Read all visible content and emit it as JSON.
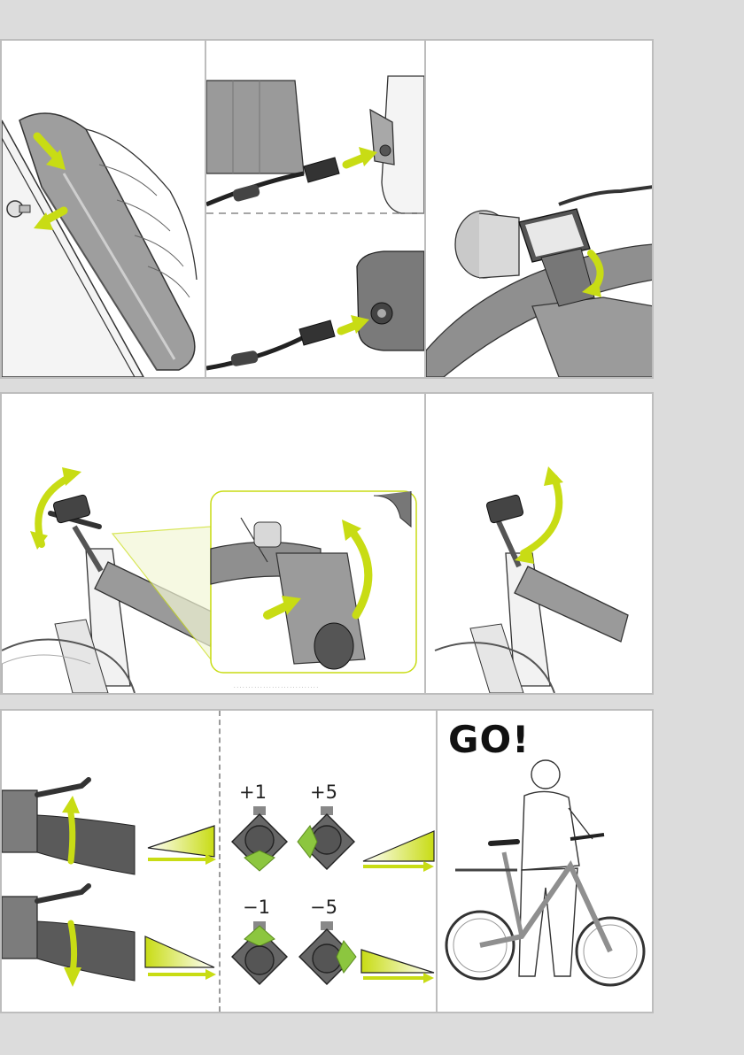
{
  "colors": {
    "accent": "#c8dc14",
    "accent_dark": "#a6bb10",
    "button_green": "#8cc63f",
    "frame_gray": "#8f8f8f",
    "border": "#bdbdbd"
  },
  "row3": {
    "labels": {
      "plus_one": "+1",
      "plus_five": "+5",
      "minus_one": "−1",
      "minus_five": "−5"
    },
    "go_text": "GO!"
  }
}
